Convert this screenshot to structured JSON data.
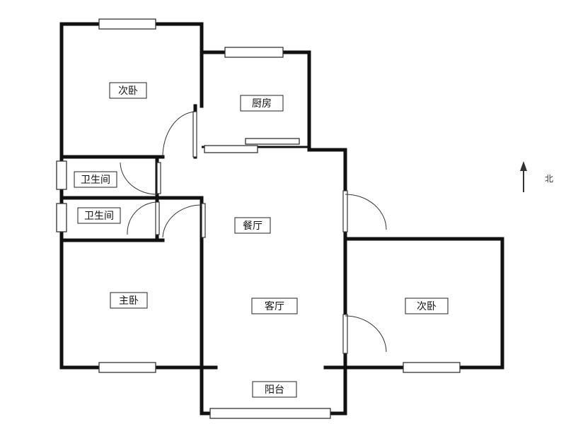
{
  "rooms": {
    "bedroom_top": "次卧",
    "kitchen": "厨房",
    "bathroom_1": "卫生间",
    "bathroom_2": "卫生间",
    "dining": "餐厅",
    "master_bedroom": "主卧",
    "living": "客厅",
    "bedroom_right": "次卧",
    "balcony": "阳台"
  },
  "compass": {
    "north_label": "北"
  },
  "colors": {
    "wall": "#111111",
    "background": "#ffffff"
  }
}
